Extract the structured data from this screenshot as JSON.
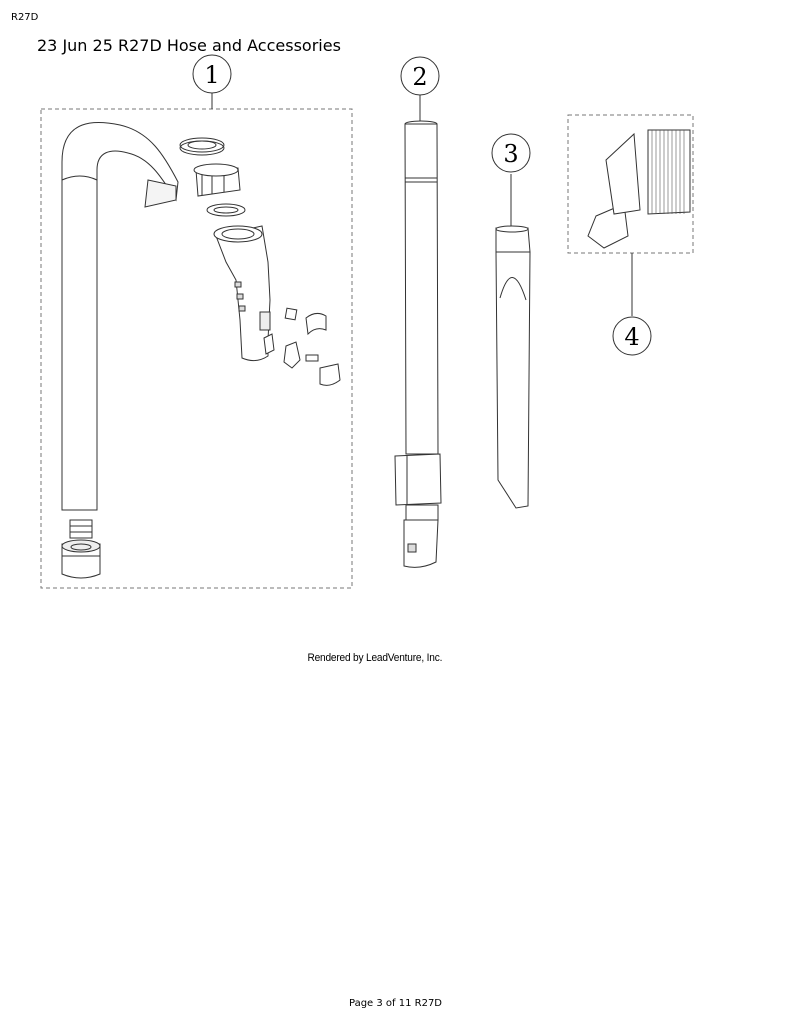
{
  "header": {
    "code": "R27D",
    "title": "23 Jun 25 R27D Hose and Accessories"
  },
  "diagram": {
    "callouts": [
      {
        "label": "1"
      },
      {
        "label": "2"
      },
      {
        "label": "3"
      },
      {
        "label": "4"
      }
    ]
  },
  "watermark": {
    "text": "Rendered by LeadVenture, Inc."
  },
  "footer": {
    "page_text": "Page 3 of 11 R27D"
  }
}
